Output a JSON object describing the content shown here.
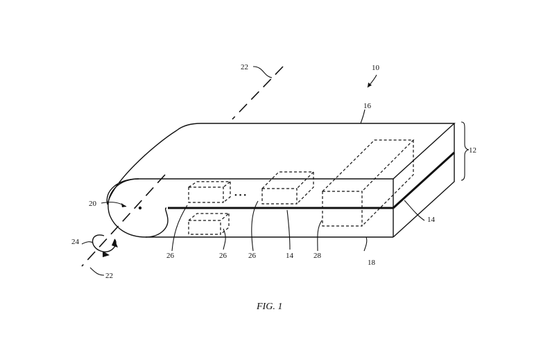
{
  "labels": {
    "device": "10",
    "housing": "12",
    "bend_layer": "14",
    "bend_layer_right": "14",
    "top_layer": "16",
    "bottom_layer": "18",
    "bend_axis_region": "20",
    "axis_top": "22",
    "axis_bottom": "22",
    "rotation": "24",
    "component_a": "26",
    "component_b": "26",
    "component_c": "26",
    "component_large": "28"
  },
  "caption": "FIG. 1",
  "ellipsis": "• • •"
}
